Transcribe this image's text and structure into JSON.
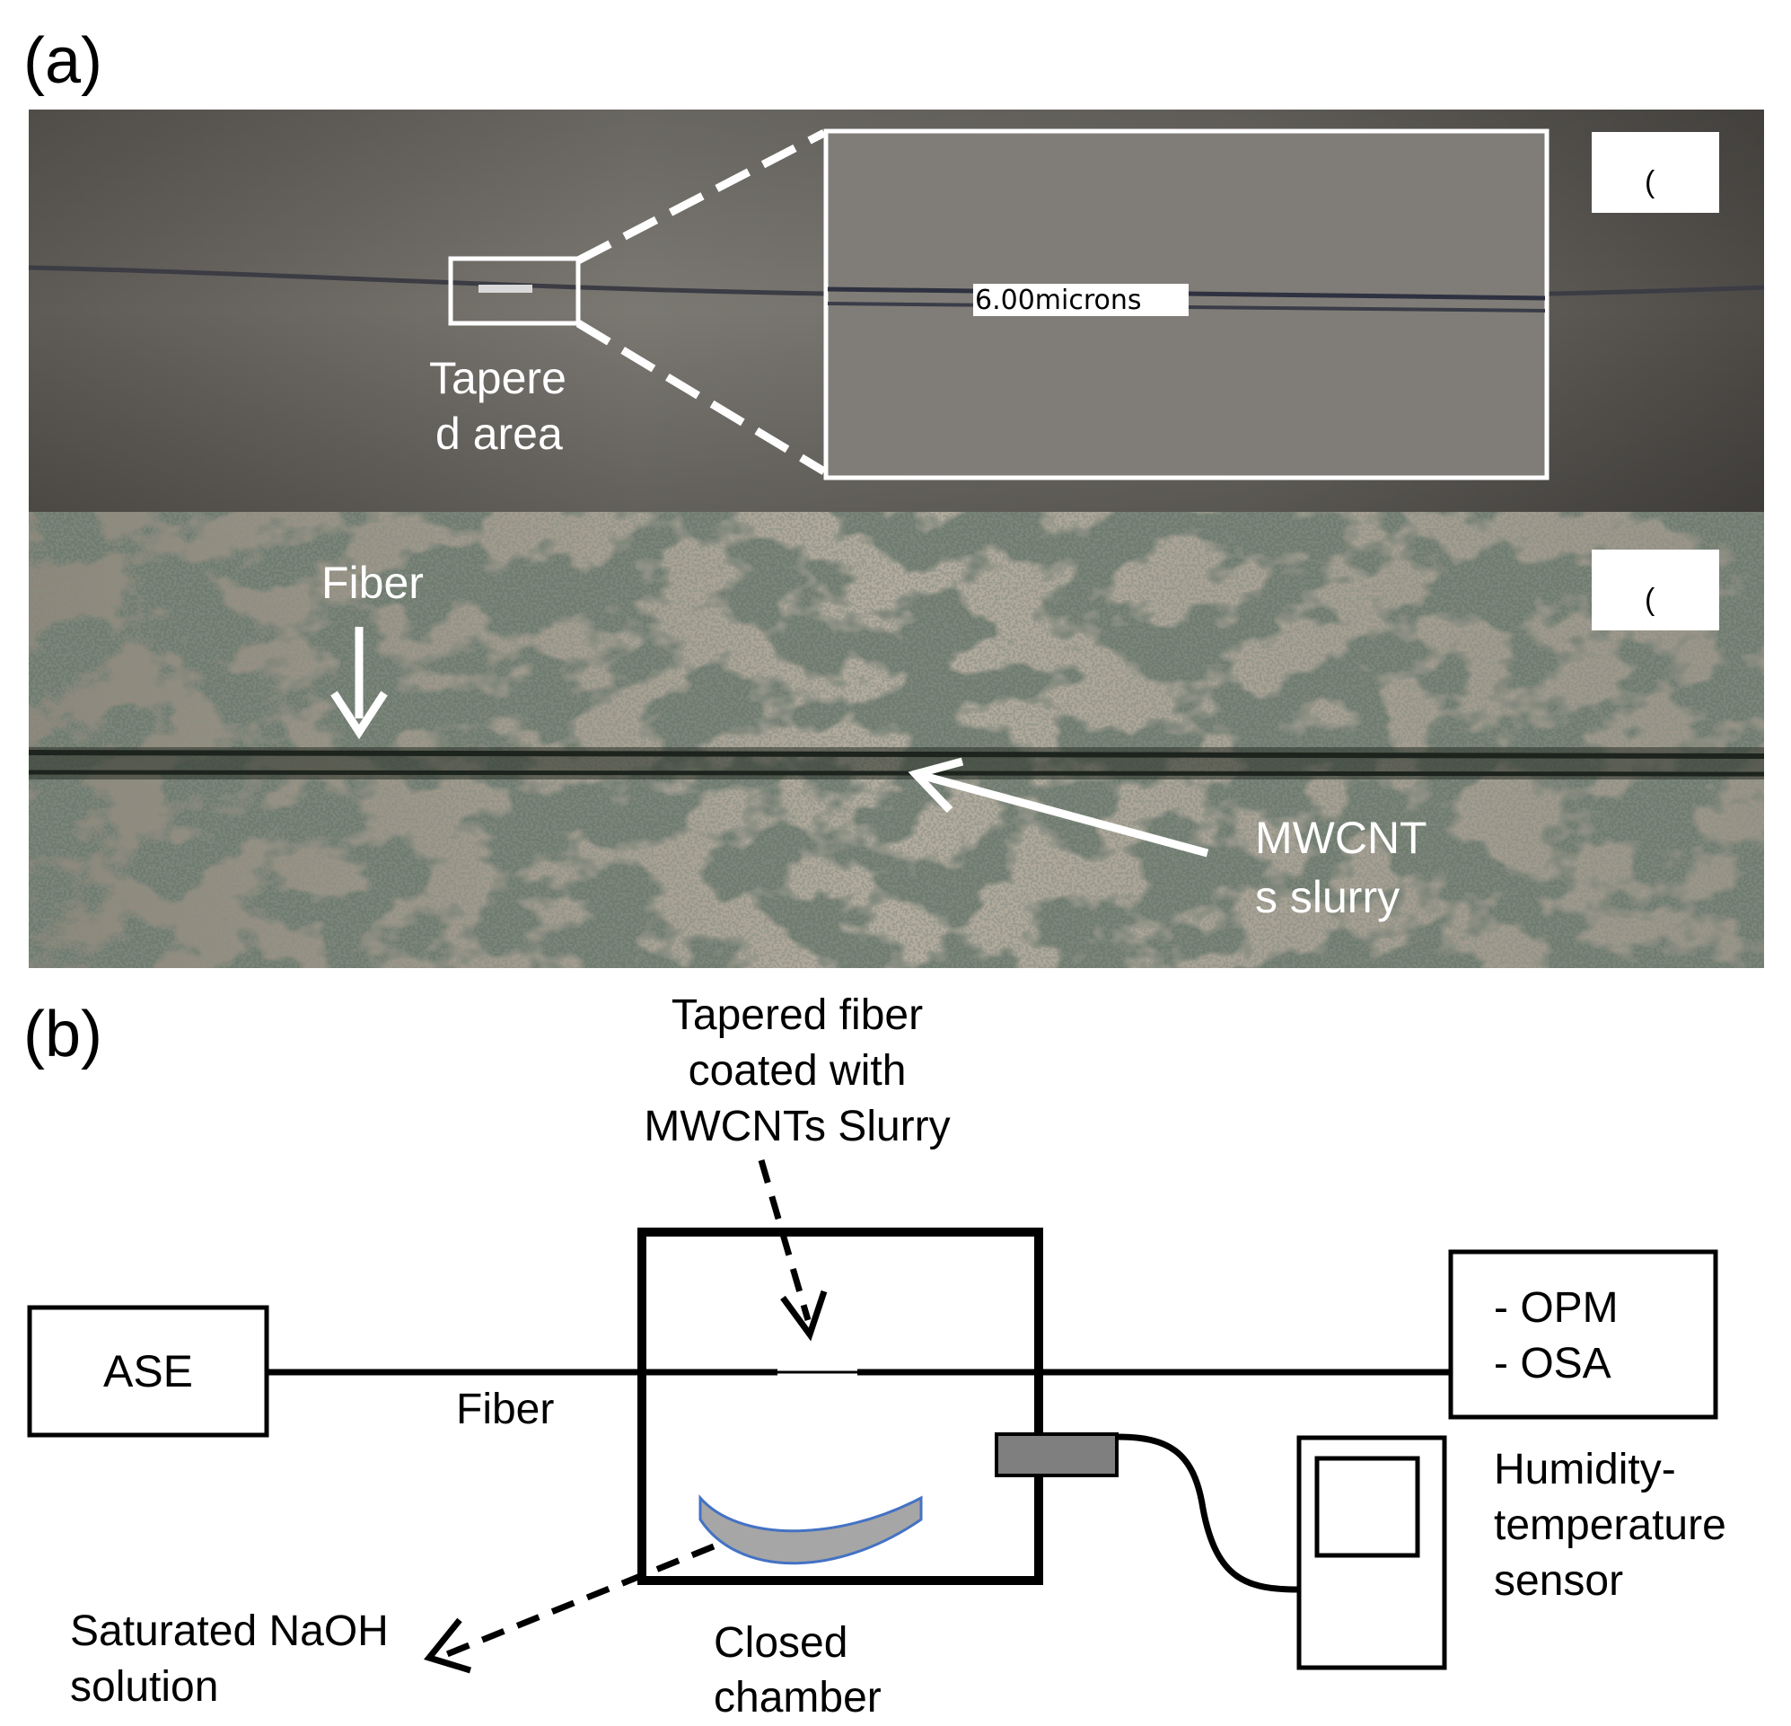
{
  "panel_a": {
    "label": "(a)",
    "top_image": {
      "measurement": "6.00microns",
      "tapered_label_line1": "Tapere",
      "tapered_label_line2": "d area",
      "corner_tag": "("
    },
    "bottom_image": {
      "fiber_label": "Fiber",
      "mwcnt_label_line1": "MWCNT",
      "mwcnt_label_line2": "s slurry",
      "corner_tag": "("
    }
  },
  "panel_b": {
    "label": "(b)",
    "tapered_fiber_line1": "Tapered fiber",
    "tapered_fiber_line2": "coated with",
    "tapered_fiber_line3": "MWCNTs Slurry",
    "ase": "ASE",
    "fiber": "Fiber",
    "opm": "- OPM",
    "osa": "- OSA",
    "sensor_line1": "Humidity-",
    "sensor_line2": "temperature",
    "sensor_line3": "sensor",
    "naoh_line1": "Saturated NaOH",
    "naoh_line2": "solution",
    "chamber_line1": "Closed",
    "chamber_line2": "chamber"
  }
}
